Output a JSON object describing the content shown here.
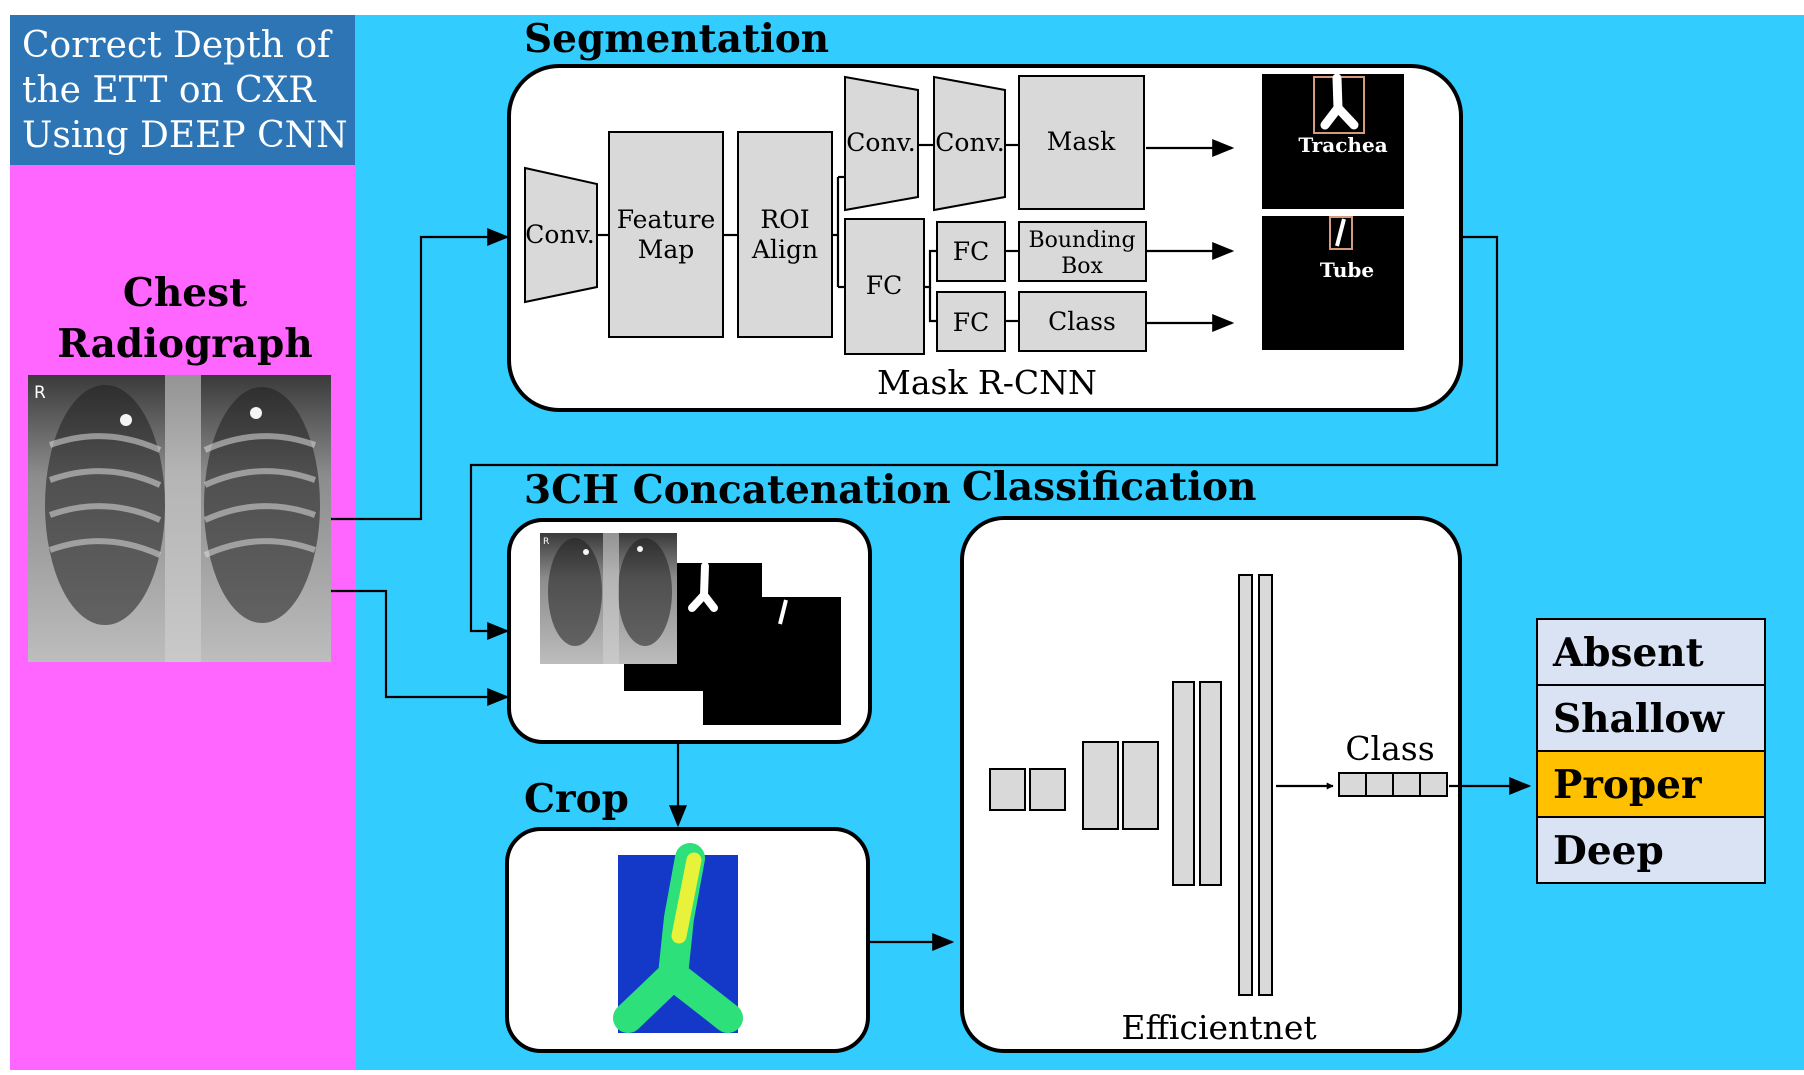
{
  "title": [
    "Correct Depth of",
    "the ETT on CXR",
    "Using DEEP CNN"
  ],
  "input": {
    "label": [
      "Chest",
      "Radiograph"
    ],
    "marker": "R"
  },
  "segmentation": {
    "heading": "Segmentation",
    "model": "Mask R-CNN",
    "conv": "Conv.",
    "feature_map": [
      "Feature",
      "Map"
    ],
    "roi_align": [
      "ROI",
      "Align"
    ],
    "mask_conv1": "Conv.",
    "mask_conv2": "Conv.",
    "mask": "Mask",
    "fc_main": "FC",
    "fc_bbox": "FC",
    "fc_class": "FC",
    "bbox": [
      "Bounding",
      "Box"
    ],
    "class": "Class",
    "output_trachea": "Trachea",
    "output_tube": "Tube"
  },
  "concat": {
    "heading": "3CH Concatenation",
    "marker": "R"
  },
  "crop": {
    "heading": "Crop"
  },
  "classification": {
    "heading": "Classification",
    "model": "Efficientnet",
    "vector_label": "Class"
  },
  "classes": [
    {
      "label": "Absent",
      "highlighted": false
    },
    {
      "label": "Shallow",
      "highlighted": false
    },
    {
      "label": "Proper",
      "highlighted": true
    },
    {
      "label": "Deep",
      "highlighted": false
    }
  ],
  "colors": {
    "background": "#33ccff",
    "left_panel": "#ff66ff",
    "title_box": "#2e75b6",
    "highlight": "#ffc000",
    "class_box": "#dae3f3"
  }
}
